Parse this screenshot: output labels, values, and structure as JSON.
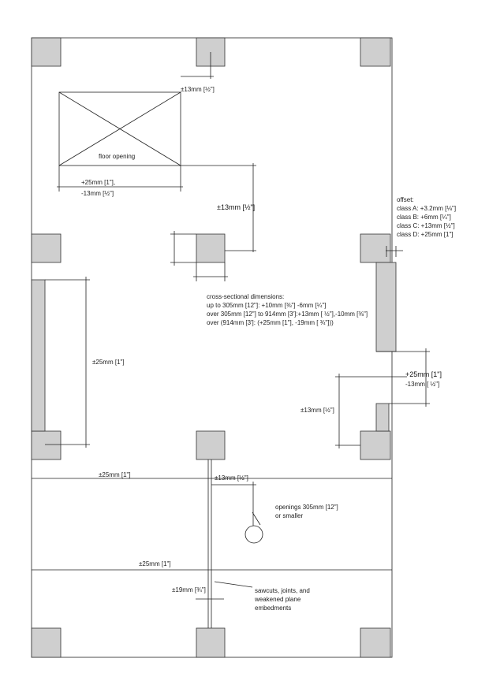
{
  "labels": {
    "top_tol": "±13mm [½\"]",
    "floor_opening": "floor opening",
    "opening_plus": "+25mm [1\"],",
    "opening_minus": "-13mm [½\"]",
    "col_tol": "±13mm [½\"]",
    "offset_title": "offset:",
    "offset_a": "class A: +3.2mm [⅛\"]",
    "offset_b": "class B: +6mm [¼\"]",
    "offset_c": "class C: +13mm [½\"]",
    "offset_d": "class D: +25mm [1\"]",
    "cs_title": "cross-sectional dimensions:",
    "cs_1": "up to 305mm [12\"]: +10mm [⅜\"] -6mm [¼\"]",
    "cs_2": "over 305mm [12\"] to 914mm [3']:+13mm [ ½\"],-10mm [⅜\"]",
    "cs_3": "over (914mm [3']: (+25mm [1\"], -19mm [ ¾\"]))",
    "wall_tol": "±25mm [1\"]",
    "step_plus": "+25mm [1\"]",
    "step_minus": "-13mm [ ½\"]",
    "step2": "±13mm [½\"]",
    "span1": "±25mm [1\"]",
    "sawcut_tol": "±13mm [½\"]",
    "openings": "openings 305mm [12\"]",
    "openings2": "or smaller",
    "span2": "±25mm [1\"]",
    "saw_width": "±19mm [¾\"]",
    "saw_1": "sawcuts, joints, and",
    "saw_2": "weakened plane",
    "saw_3": "embedments"
  }
}
